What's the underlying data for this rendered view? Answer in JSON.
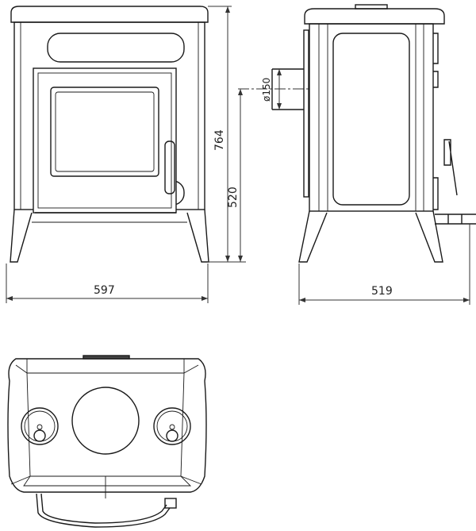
{
  "dimensions": {
    "front_width": "597",
    "side_depth": "519",
    "total_height": "764",
    "flue_height": "520",
    "flue_diameter": "ø150"
  },
  "line_color": "#1a1a1a"
}
